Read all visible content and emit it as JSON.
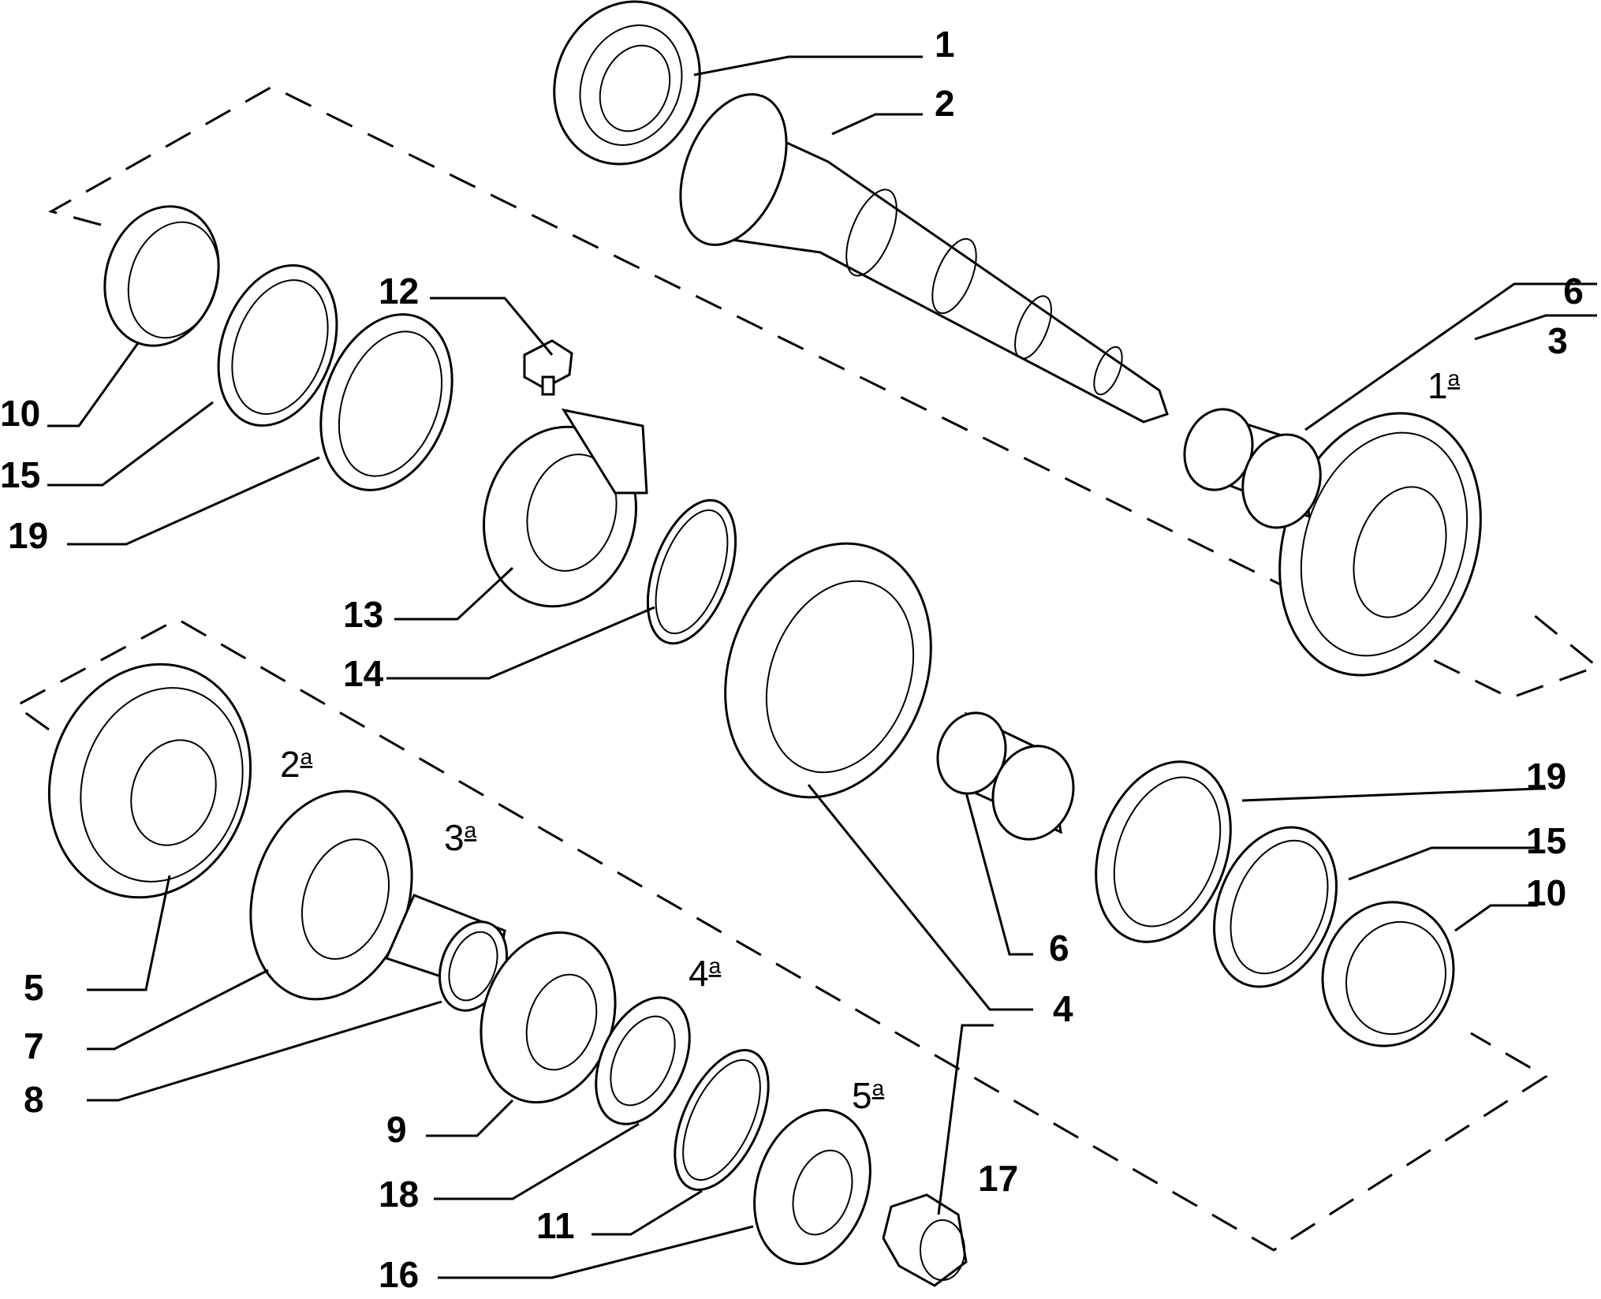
{
  "diagram": {
    "callouts": [
      {
        "id": "c1",
        "text": "1"
      },
      {
        "id": "c2",
        "text": "2"
      },
      {
        "id": "c3",
        "text": "3"
      },
      {
        "id": "c4",
        "text": "4"
      },
      {
        "id": "c5",
        "text": "5"
      },
      {
        "id": "c6a",
        "text": "6"
      },
      {
        "id": "c6b",
        "text": "6"
      },
      {
        "id": "c7",
        "text": "7"
      },
      {
        "id": "c8",
        "text": "8"
      },
      {
        "id": "c9",
        "text": "9"
      },
      {
        "id": "c10a",
        "text": "10"
      },
      {
        "id": "c10b",
        "text": "10"
      },
      {
        "id": "c11",
        "text": "11"
      },
      {
        "id": "c12",
        "text": "12"
      },
      {
        "id": "c13",
        "text": "13"
      },
      {
        "id": "c14",
        "text": "14"
      },
      {
        "id": "c15a",
        "text": "15"
      },
      {
        "id": "c15b",
        "text": "15"
      },
      {
        "id": "c16",
        "text": "16"
      },
      {
        "id": "c17",
        "text": "17"
      },
      {
        "id": "c18",
        "text": "18"
      },
      {
        "id": "c19a",
        "text": "19"
      },
      {
        "id": "c19b",
        "text": "19"
      }
    ],
    "gear_labels": [
      {
        "id": "g1",
        "num": "1",
        "sup": "a"
      },
      {
        "id": "g2",
        "num": "2",
        "sup": "a"
      },
      {
        "id": "g3",
        "num": "3",
        "sup": "a"
      },
      {
        "id": "g4",
        "num": "4",
        "sup": "a"
      },
      {
        "id": "g5",
        "num": "5",
        "sup": "a"
      }
    ]
  }
}
